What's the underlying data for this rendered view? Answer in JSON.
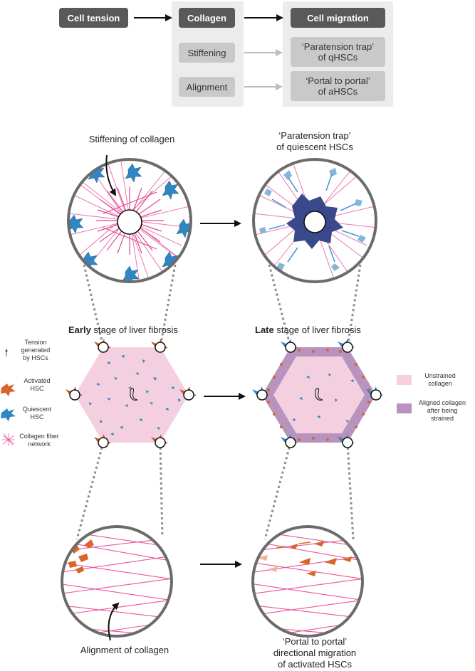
{
  "flow": {
    "cell_tension": "Cell tension",
    "collagen": "Collagen",
    "stiffening": "Stiffening",
    "alignment": "Alignment",
    "cell_migration": "Cell migration",
    "paratension_trap_line1": "‘Paratension trap’",
    "paratension_trap_line2": "of qHSCs",
    "portal_to_portal_line1": "‘Portal to portal’",
    "portal_to_portal_line2": "of aHSCs"
  },
  "captions": {
    "stiffening_of_collagen": "Stiffening of collagen",
    "paratension_trap_line1": "‘Paratension trap’",
    "paratension_trap_line2": "of quiescent HSCs",
    "alignment_of_collagen": "Alignment of collagen",
    "portal_line1": "‘Portal to portal’",
    "portal_line2": "directional migration",
    "portal_line3": "of activated HSCs"
  },
  "stages": {
    "early_bold": "Early",
    "early_rest": " stage of liver fibrosis",
    "late_bold": "Late",
    "late_rest": " stage of liver fibrosis"
  },
  "legend_left": {
    "tension_1": "Tension",
    "tension_2": "generated",
    "tension_3": "by HSCs",
    "activated_1": "Activated",
    "activated_2": "HSC",
    "quiescent_1": "Quiescent",
    "quiescent_2": "HSC",
    "collagen_1": "Collagen fiber",
    "collagen_2": "network"
  },
  "legend_right": {
    "unstrained_1": "Unstrained",
    "unstrained_2": "collagen",
    "aligned_1": "Aligned collagen",
    "aligned_2": "after being",
    "aligned_3": "strained"
  },
  "colors": {
    "collagen_pink": "#e8559b",
    "unstrained_fill": "#f4cfe0",
    "aligned_fill": "#b793bd",
    "quiescent_blue": "#2f86c2",
    "activated_orange": "#d9652b",
    "dark_box": "#595959",
    "light_box": "#c9c9c9"
  },
  "icons": [
    "arrow-right-icon",
    "curved-arrow-icon",
    "quiescent-hsc-icon",
    "activated-hsc-icon",
    "portal-vein-icon",
    "collagen-network-icon",
    "tension-icon"
  ]
}
